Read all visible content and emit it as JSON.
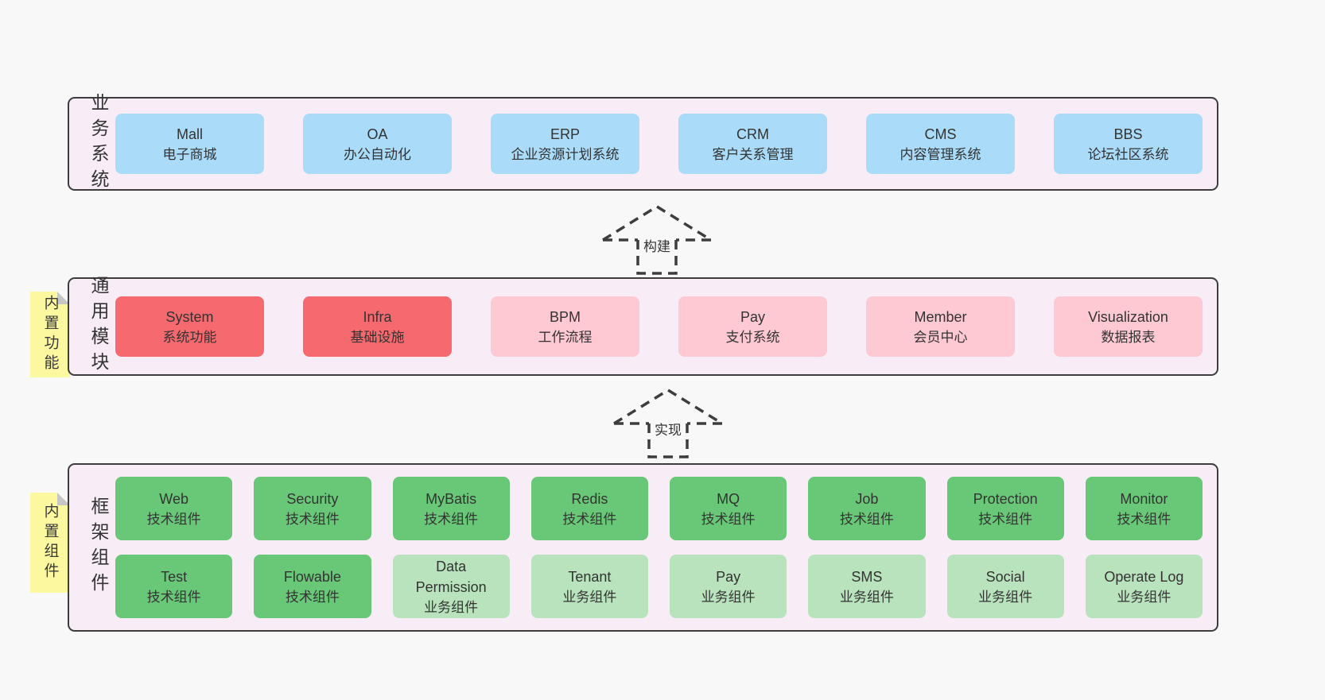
{
  "palette": {
    "page_bg": "#f8f8f8",
    "panel_bg": "#f8edf7",
    "panel_border": "#3d3d3d",
    "blue": "#aadbf8",
    "red": "#f5696f",
    "pink": "#fec9d3",
    "green": "#69c877",
    "green_light": "#b9e3bc",
    "tab_yellow": "#fbf8a0",
    "fold_gray": "#c6c6c6",
    "text": "#333333"
  },
  "arrows": [
    {
      "label": "构建"
    },
    {
      "label": "实现"
    }
  ],
  "panels": [
    {
      "label": "业务系统",
      "boxes": [
        {
          "title": "Mall",
          "subtitle": "电子商城",
          "color": "blue"
        },
        {
          "title": "OA",
          "subtitle": "办公自动化",
          "color": "blue"
        },
        {
          "title": "ERP",
          "subtitle": "企业资源计划系统",
          "color": "blue"
        },
        {
          "title": "CRM",
          "subtitle": "客户关系管理",
          "color": "blue"
        },
        {
          "title": "CMS",
          "subtitle": "内容管理系统",
          "color": "blue"
        },
        {
          "title": "BBS",
          "subtitle": "论坛社区系统",
          "color": "blue"
        }
      ]
    },
    {
      "tab": "内置功能",
      "label": "通用模块",
      "boxes": [
        {
          "title": "System",
          "subtitle": "系统功能",
          "color": "red"
        },
        {
          "title": "Infra",
          "subtitle": "基础设施",
          "color": "red"
        },
        {
          "title": "BPM",
          "subtitle": "工作流程",
          "color": "pink"
        },
        {
          "title": "Pay",
          "subtitle": "支付系统",
          "color": "pink"
        },
        {
          "title": "Member",
          "subtitle": "会员中心",
          "color": "pink"
        },
        {
          "title": "Visualization",
          "subtitle": "数据报表",
          "color": "pink"
        }
      ]
    },
    {
      "tab": "内置组件",
      "label": "框架组件",
      "rows": [
        [
          {
            "title": "Web",
            "subtitle": "技术组件",
            "color": "green"
          },
          {
            "title": "Security",
            "subtitle": "技术组件",
            "color": "green"
          },
          {
            "title": "MyBatis",
            "subtitle": "技术组件",
            "color": "green"
          },
          {
            "title": "Redis",
            "subtitle": "技术组件",
            "color": "green"
          },
          {
            "title": "MQ",
            "subtitle": "技术组件",
            "color": "green"
          },
          {
            "title": "Job",
            "subtitle": "技术组件",
            "color": "green"
          },
          {
            "title": "Protection",
            "subtitle": "技术组件",
            "color": "green"
          },
          {
            "title": "Monitor",
            "subtitle": "技术组件",
            "color": "green"
          }
        ],
        [
          {
            "title": "Test",
            "subtitle": "技术组件",
            "color": "green"
          },
          {
            "title": "Flowable",
            "subtitle": "技术组件",
            "color": "green"
          },
          {
            "title": "Data Permission",
            "subtitle": "业务组件",
            "color": "green-light"
          },
          {
            "title": "Tenant",
            "subtitle": "业务组件",
            "color": "green-light"
          },
          {
            "title": "Pay",
            "subtitle": "业务组件",
            "color": "green-light"
          },
          {
            "title": "SMS",
            "subtitle": "业务组件",
            "color": "green-light"
          },
          {
            "title": "Social",
            "subtitle": "业务组件",
            "color": "green-light"
          },
          {
            "title": "Operate Log",
            "subtitle": "业务组件",
            "color": "green-light"
          }
        ]
      ]
    }
  ]
}
